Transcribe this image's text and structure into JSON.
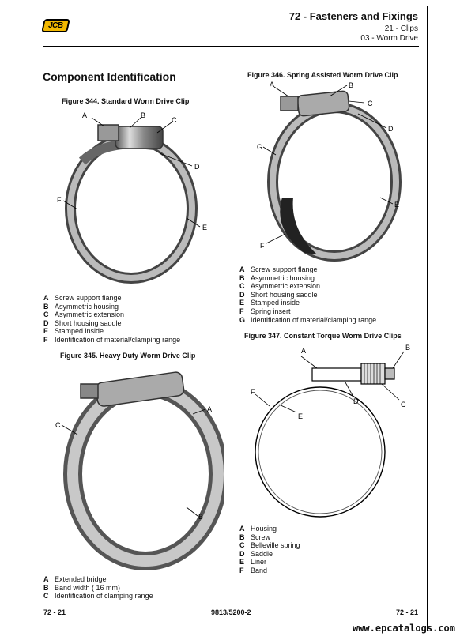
{
  "header": {
    "logo_text": "JCB",
    "chapter": "72 - Fasteners and Fixings",
    "section": "21 - Clips",
    "subsection": "03 - Worm Drive"
  },
  "section_title": "Component Identification",
  "figures": {
    "fig344": {
      "caption": "Figure 344. Standard Worm Drive Clip",
      "labels": [
        "A",
        "B",
        "C",
        "D",
        "E",
        "F"
      ],
      "legend": [
        {
          "key": "A",
          "text": "Screw support flange"
        },
        {
          "key": "B",
          "text": "Asymmetric housing"
        },
        {
          "key": "C",
          "text": "Asymmetric extension"
        },
        {
          "key": "D",
          "text": "Short housing saddle"
        },
        {
          "key": "E",
          "text": "Stamped inside"
        },
        {
          "key": "F",
          "text": "Identification of material/clamping range"
        }
      ]
    },
    "fig345": {
      "caption": "Figure 345. Heavy Duty Worm Drive Clip",
      "labels": [
        "A",
        "B",
        "C"
      ],
      "legend": [
        {
          "key": "A",
          "text": "Extended bridge"
        },
        {
          "key": "B",
          "text": "Band width ( 16 mm)"
        },
        {
          "key": "C",
          "text": "Identification of clamping range"
        }
      ]
    },
    "fig346": {
      "caption": "Figure 346. Spring Assisted Worm Drive Clip",
      "labels": [
        "A",
        "B",
        "C",
        "D",
        "E",
        "F",
        "G"
      ],
      "legend": [
        {
          "key": "A",
          "text": "Screw support flange"
        },
        {
          "key": "B",
          "text": "Asymmetric housing"
        },
        {
          "key": "C",
          "text": "Asymmetric extension"
        },
        {
          "key": "D",
          "text": "Short housing saddle"
        },
        {
          "key": "E",
          "text": "Stamped inside"
        },
        {
          "key": "F",
          "text": "Spring insert"
        },
        {
          "key": "G",
          "text": "Identification of material/clamping range"
        }
      ]
    },
    "fig347": {
      "caption": "Figure 347. Constant Torque Worm Drive Clips",
      "labels": [
        "A",
        "B",
        "C",
        "D",
        "E",
        "F"
      ],
      "legend": [
        {
          "key": "A",
          "text": "Housing"
        },
        {
          "key": "B",
          "text": "Screw"
        },
        {
          "key": "C",
          "text": "Belleville spring"
        },
        {
          "key": "D",
          "text": "Saddle"
        },
        {
          "key": "E",
          "text": "Liner"
        },
        {
          "key": "F",
          "text": "Band"
        }
      ]
    }
  },
  "footer": {
    "page_left": "72 - 21",
    "doc_number": "9813/5200-2",
    "page_right": "72 - 21",
    "watermark": "www.epcatalogs.com"
  }
}
